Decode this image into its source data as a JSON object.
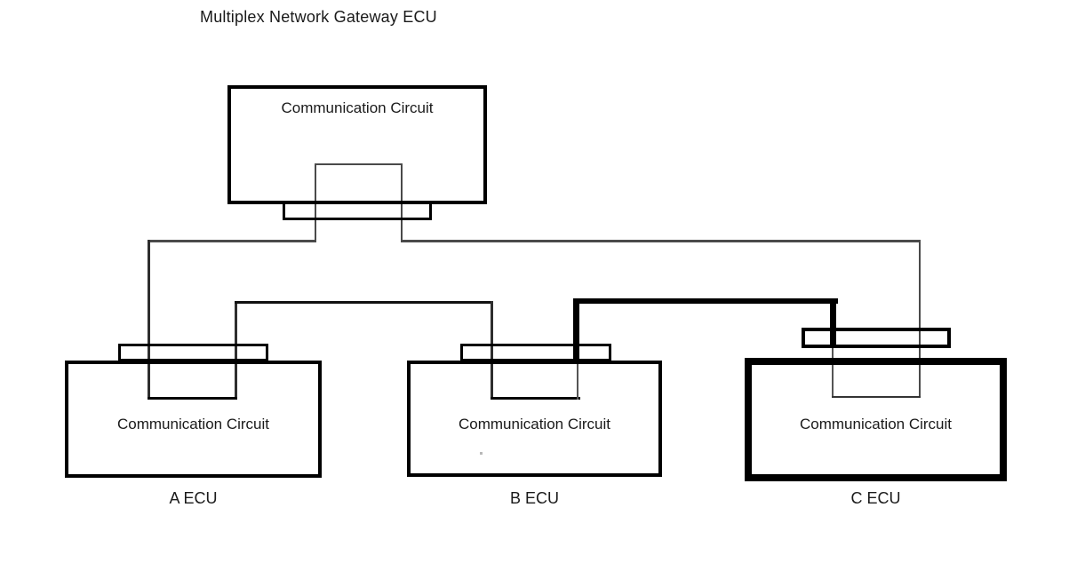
{
  "title": "Multiplex Network Gateway ECU",
  "gateway": {
    "circuit_label": "Communication Circuit"
  },
  "ecus": [
    {
      "id": "a",
      "circuit_label": "Communication Circuit",
      "name": "A ECU"
    },
    {
      "id": "b",
      "circuit_label": "Communication Circuit",
      "name": "B ECU"
    },
    {
      "id": "c",
      "circuit_label": "Communication Circuit",
      "name": "C ECU",
      "highlighted": true
    }
  ],
  "connections": [
    "gateway-to-a-ecu",
    "gateway-to-c-ecu",
    "a-ecu-to-b-ecu",
    "b-ecu-to-c-ecu-bold"
  ],
  "colors": {
    "line_black": "#000000",
    "wire_gray": "#4a4a4a",
    "text": "#1a1a1a",
    "background": "#ffffff"
  }
}
